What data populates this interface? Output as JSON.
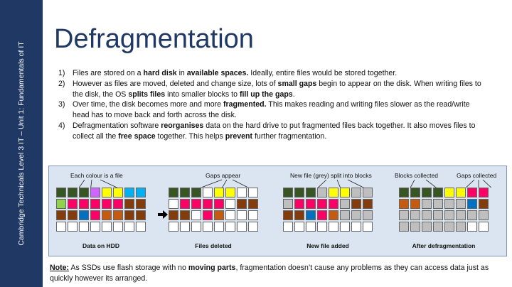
{
  "sidebar": {
    "text": "Cambridge Technicals Level 3 IT – Unit 1: Fundamentals of IT"
  },
  "title": "Defragmentation",
  "points": [
    {
      "num": "1)",
      "segments": [
        {
          "t": "Files are stored on a "
        },
        {
          "t": "hard disk",
          "b": true
        },
        {
          "t": " in "
        },
        {
          "t": "available spaces.",
          "b": true
        },
        {
          "t": " Ideally, entire files would be stored together."
        }
      ]
    },
    {
      "num": "2)",
      "segments": [
        {
          "t": "However as files are moved, deleted and change size, lots of "
        },
        {
          "t": "small gaps",
          "b": true
        },
        {
          "t": " begin to appear on the disk. When writing files to the disk, the OS "
        },
        {
          "t": "splits files",
          "b": true
        },
        {
          "t": " into smaller blocks to "
        },
        {
          "t": "fill up the gaps",
          "b": true
        },
        {
          "t": "."
        }
      ]
    },
    {
      "num": "3)",
      "segments": [
        {
          "t": "Over time, the disk becomes more and more "
        },
        {
          "t": "fragmented.",
          "b": true
        },
        {
          "t": " This makes reading and writing files slower as the read/write head has to move back and forth across the disk."
        }
      ]
    },
    {
      "num": "4)",
      "segments": [
        {
          "t": "Defragmentation software "
        },
        {
          "t": "reorganises",
          "b": true
        },
        {
          "t": " data on the hard drive to put fragmented files back together. It also moves files to collect all the "
        },
        {
          "t": "free space",
          "b": true
        },
        {
          "t": " together. This helps "
        },
        {
          "t": "prevent",
          "b": true
        },
        {
          "t": " further fragmentation."
        }
      ]
    }
  ],
  "diagram": {
    "colors": {
      "G": "#375623",
      "P": "#cc66ff",
      "Y": "#ffff00",
      "C": "#00b0f0",
      "L": "#92d050",
      "M": "#ff0066",
      "B": "#833c0b",
      "O": "#c55a11",
      "U": "#0070c0",
      "S": "#bfbfbf",
      "W": "#ffffff"
    },
    "panels": [
      {
        "caption": "Data on HDD",
        "rows": [
          "GGGPYYCC",
          "LMMMMMBB",
          "BBUMOOBB",
          "WWWWWWWW"
        ]
      },
      {
        "caption": "Files deleted",
        "rows": [
          "GGGWYYWW",
          "WMMMMWBB",
          "BBWMOWWW",
          "WWWWWWWW"
        ]
      },
      {
        "caption": "New file added",
        "rows": [
          "GGGSYYSS",
          "SMMMMSBB",
          "BBUMOSSS",
          "WWWWWWWW"
        ]
      },
      {
        "caption": "After defragmentation",
        "rows": [
          "GGGGYYMM",
          "OOSSSSUB",
          "SSSSSSSS",
          "SSSSSSWW"
        ]
      }
    ],
    "labels": {
      "each_colour": "Each colour is a file",
      "gaps_appear": "Gaps appear",
      "new_file": "New file (grey) split into blocks",
      "blocks_collected": "Blocks collected",
      "gaps_collected": "Gaps collected"
    },
    "arrow_icon": "right-arrow-icon"
  },
  "note": {
    "label": "Note:",
    "segments": [
      {
        "t": " As SSDs use flash storage with no "
      },
      {
        "t": "moving parts",
        "b": true
      },
      {
        "t": ", fragmentation doesn’t cause any problems as they can access data just as quickly however its arranged."
      }
    ]
  }
}
